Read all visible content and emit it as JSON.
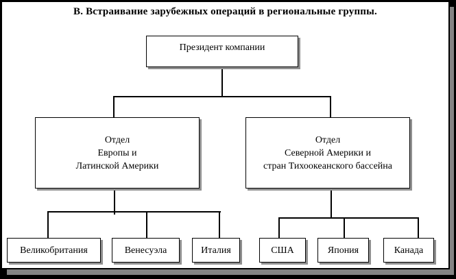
{
  "title": "В. Встраивание зарубежных операций в региональные группы.",
  "org": {
    "president": {
      "label": "Президент компании"
    },
    "departments": [
      {
        "lines": [
          "Отдел",
          "Европы и",
          "Латинской Америки"
        ],
        "children": [
          "Великобритания",
          "Венесуэла",
          "Италия"
        ]
      },
      {
        "lines": [
          "Отдел",
          "Северной Америки и",
          "стран Тихоокеанского бассейна"
        ],
        "children": [
          "США",
          "Япония",
          "Канада"
        ]
      }
    ]
  },
  "colors": {
    "frame": "#000000",
    "page_background": "#ffffff",
    "page_shadow": "#848484",
    "box_border": "#000000",
    "box_shadow": "#909090",
    "connector": "#000000",
    "text": "#000000"
  }
}
